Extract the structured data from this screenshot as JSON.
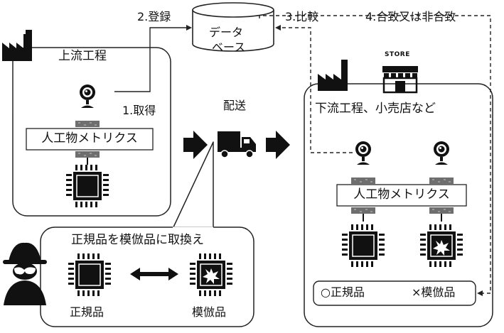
{
  "database": {
    "line1": "データ",
    "line2": "ベース"
  },
  "steps": {
    "acquire": "1.取得",
    "register": "2.登録",
    "compare": "3.比較",
    "result": "4.合致又は非合致"
  },
  "upstream": {
    "title": "上流工程"
  },
  "delivery": {
    "label": "配送"
  },
  "downstream": {
    "title": "下流工程、小売店など",
    "store_sign": "STORE",
    "verdict_genuine": "○正規品",
    "verdict_counterfeit": "×模倣品"
  },
  "metrics_label": "人工物メトリクス",
  "swap": {
    "title": "正規品を模倣品に取換え",
    "genuine_label": "正規品",
    "counterfeit_label": "模倣品"
  },
  "icons": [
    "factory-icon",
    "store-icon",
    "camera-icon",
    "chip-icon",
    "chip-damaged-icon",
    "truck-icon",
    "spy-icon",
    "database-icon"
  ]
}
